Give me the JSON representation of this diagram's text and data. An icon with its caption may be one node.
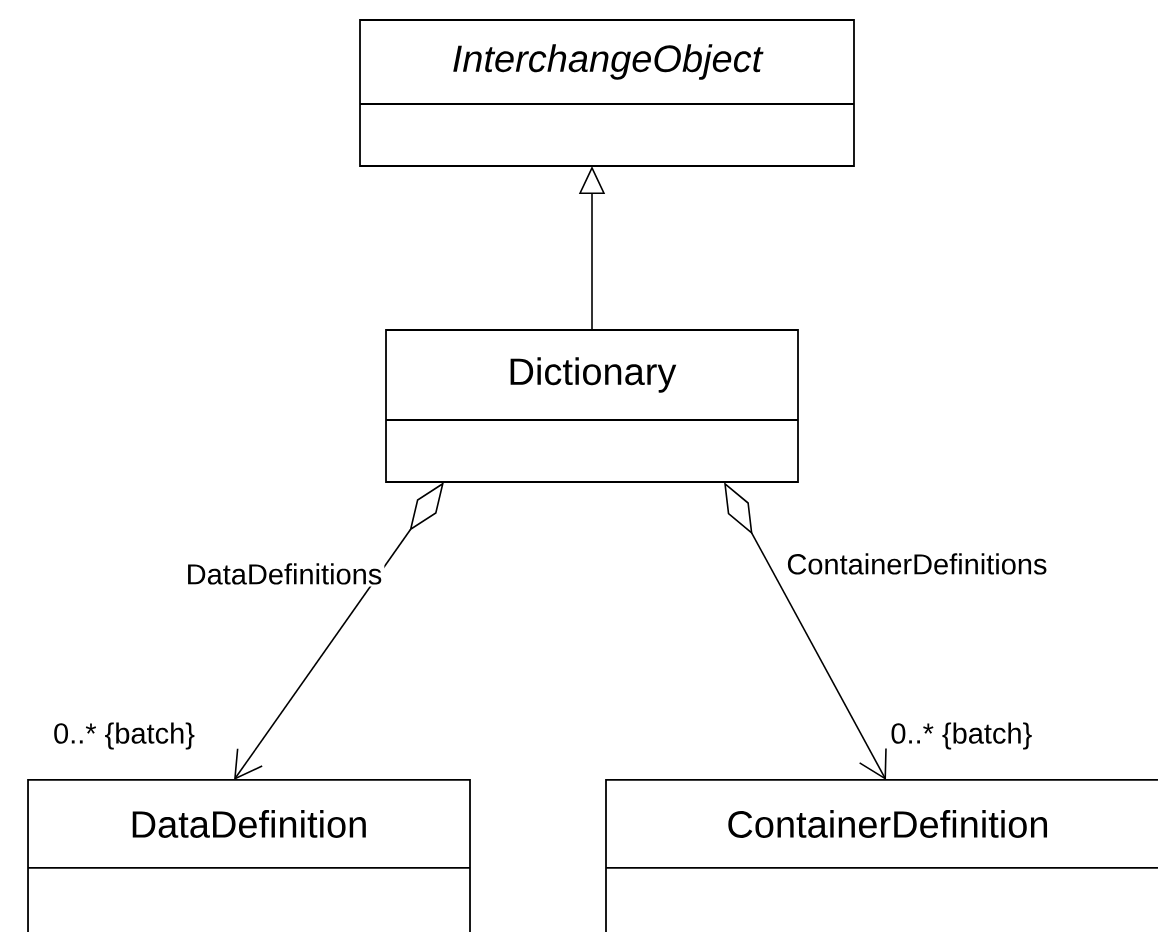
{
  "diagram": {
    "nodes": [
      {
        "text": [
          "InterchangeObject"
        ]
      },
      {
        "text": [
          "Dictionary"
        ]
      },
      {
        "text": [
          "DataDefinition"
        ]
      },
      {
        "text": [
          "ContainerDefinition"
        ]
      }
    ],
    "edges": [
      {
        "from": 1,
        "to": 0,
        "arrow": "to"
      },
      {
        "from": 1,
        "to": 2,
        "arrow": "to",
        "label": "DataDefinitions"
      },
      {
        "from": 1,
        "to": 3,
        "arrow": "to",
        "label": "ContainerDefinitions"
      }
    ],
    "labels": [
      "0..* {batch}",
      "0..* {batch}"
    ]
  }
}
